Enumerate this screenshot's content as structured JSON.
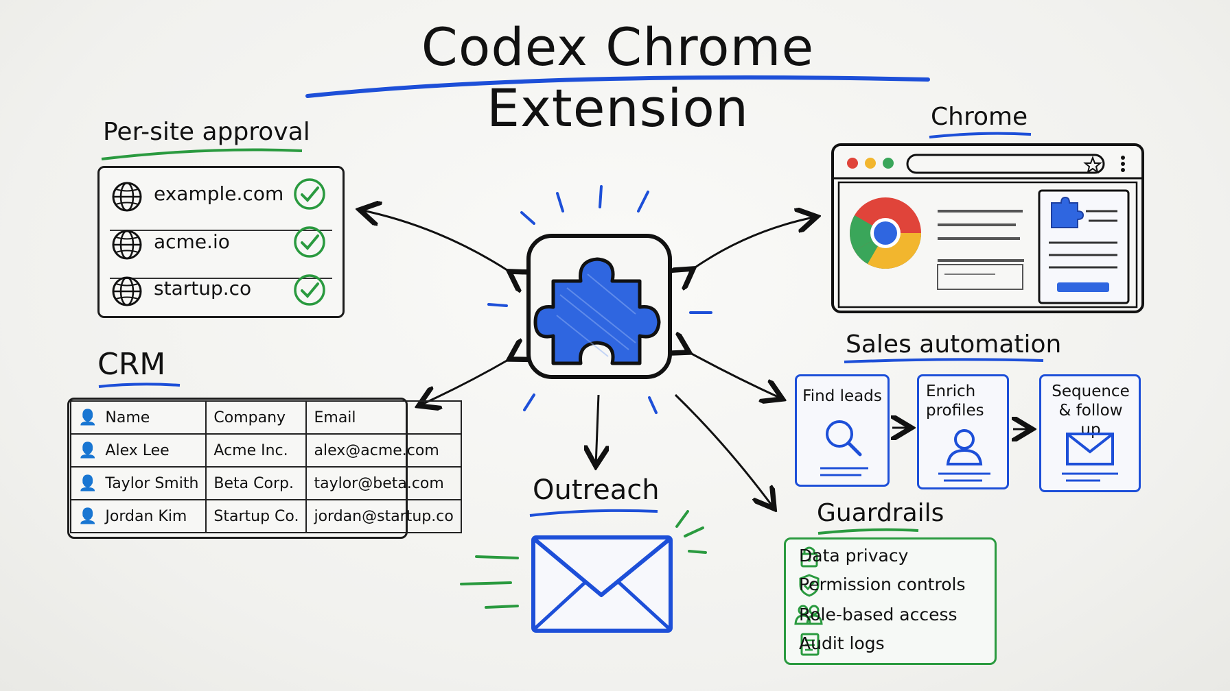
{
  "title": "Codex Chrome Extension",
  "per_site": {
    "heading": "Per-site approval",
    "sites": [
      "example.com",
      "acme.io",
      "startup.co"
    ]
  },
  "chrome": {
    "heading": "Chrome"
  },
  "crm": {
    "heading": "CRM",
    "columns": [
      "Name",
      "Company",
      "Email"
    ],
    "rows": [
      [
        "Alex Lee",
        "Acme Inc.",
        "alex@acme.com"
      ],
      [
        "Taylor Smith",
        "Beta Corp.",
        "taylor@beta.com"
      ],
      [
        "Jordan Kim",
        "Startup Co.",
        "jordan@startup.co"
      ]
    ]
  },
  "sales": {
    "heading": "Sales automation",
    "steps": [
      "Find leads",
      "Enrich profiles",
      "Sequence & follow up"
    ]
  },
  "outreach": {
    "heading": "Outreach"
  },
  "guardrails": {
    "heading": "Guardrails",
    "items": [
      "Data privacy",
      "Permission controls",
      "Role-based access",
      "Audit logs"
    ]
  },
  "colors": {
    "blue": "#1d4fd8",
    "green": "#2a9a3f",
    "ink": "#1a1a1a"
  },
  "icons": [
    "globe-icon",
    "check-circle-icon",
    "puzzle-icon",
    "chrome-logo-icon",
    "user-icon",
    "search-icon",
    "envelope-icon",
    "lock-icon",
    "shield-check-icon",
    "users-icon",
    "document-icon"
  ]
}
